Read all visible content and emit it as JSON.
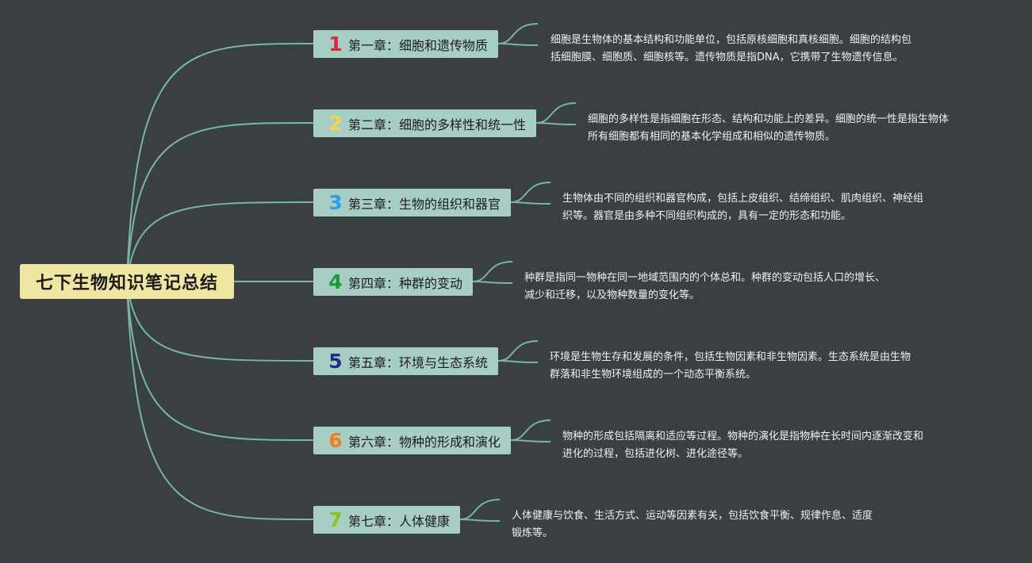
{
  "root": {
    "title": "七下生物知识笔记总结"
  },
  "colors": {
    "background": "#3a3f41",
    "root_fill": "#efe6a3",
    "chapter_fill": "#a7cdc5",
    "connector": "#7bb5a6"
  },
  "chapters": [
    {
      "number": "1",
      "number_color": "#d8283a",
      "title": "第一章：细胞和遗传物质",
      "desc": [
        "细胞是生物体的基本结构和功能单位，包括原核细胞和真核细胞。细胞的结构包",
        "括细胞膜、细胞质、细胞核等。遗传物质是指DNA，它携带了生物遗传信息。"
      ]
    },
    {
      "number": "2",
      "number_color": "#f1d54a",
      "title": "第二章：细胞的多样性和统一性",
      "desc": [
        "细胞的多样性是指细胞在形态、结构和功能上的差异。细胞的统一性是指生物体",
        "所有细胞都有相同的基本化学组成和相似的遗传物质。"
      ]
    },
    {
      "number": "3",
      "number_color": "#2e9fe0",
      "title": "第三章：生物的组织和器官",
      "desc": [
        "生物体由不同的组织和器官构成，包括上皮组织、结缔组织、肌肉组织、神经组",
        "织等。器官是由多种不同组织构成的，具有一定的形态和功能。"
      ]
    },
    {
      "number": "4",
      "number_color": "#1a9a3a",
      "title": "第四章：种群的变动",
      "desc": [
        "种群是指同一物种在同一地域范围内的个体总和。种群的变动包括人口的增长、",
        "减少和迁移，以及物种数量的变化等。"
      ]
    },
    {
      "number": "5",
      "number_color": "#1f2f85",
      "title": "第五章：环境与生态系统",
      "desc": [
        "环境是生物生存和发展的条件，包括生物因素和非生物因素。生态系统是由生物",
        "群落和非生物环境组成的一个动态平衡系统。"
      ]
    },
    {
      "number": "6",
      "number_color": "#f07d1e",
      "title": "第六章：物种的形成和演化",
      "desc": [
        "物种的形成包括隔离和适应等过程。物种的演化是指物种在长时间内逐渐改变和",
        "进化的过程，包括进化树、进化途径等。"
      ]
    },
    {
      "number": "7",
      "number_color": "#8cc21f",
      "title": "第七章：人体健康",
      "desc": [
        "人体健康与饮食、生活方式、运动等因素有关，包括饮食平衡、规律作息、适度",
        "锻炼等。"
      ]
    }
  ]
}
